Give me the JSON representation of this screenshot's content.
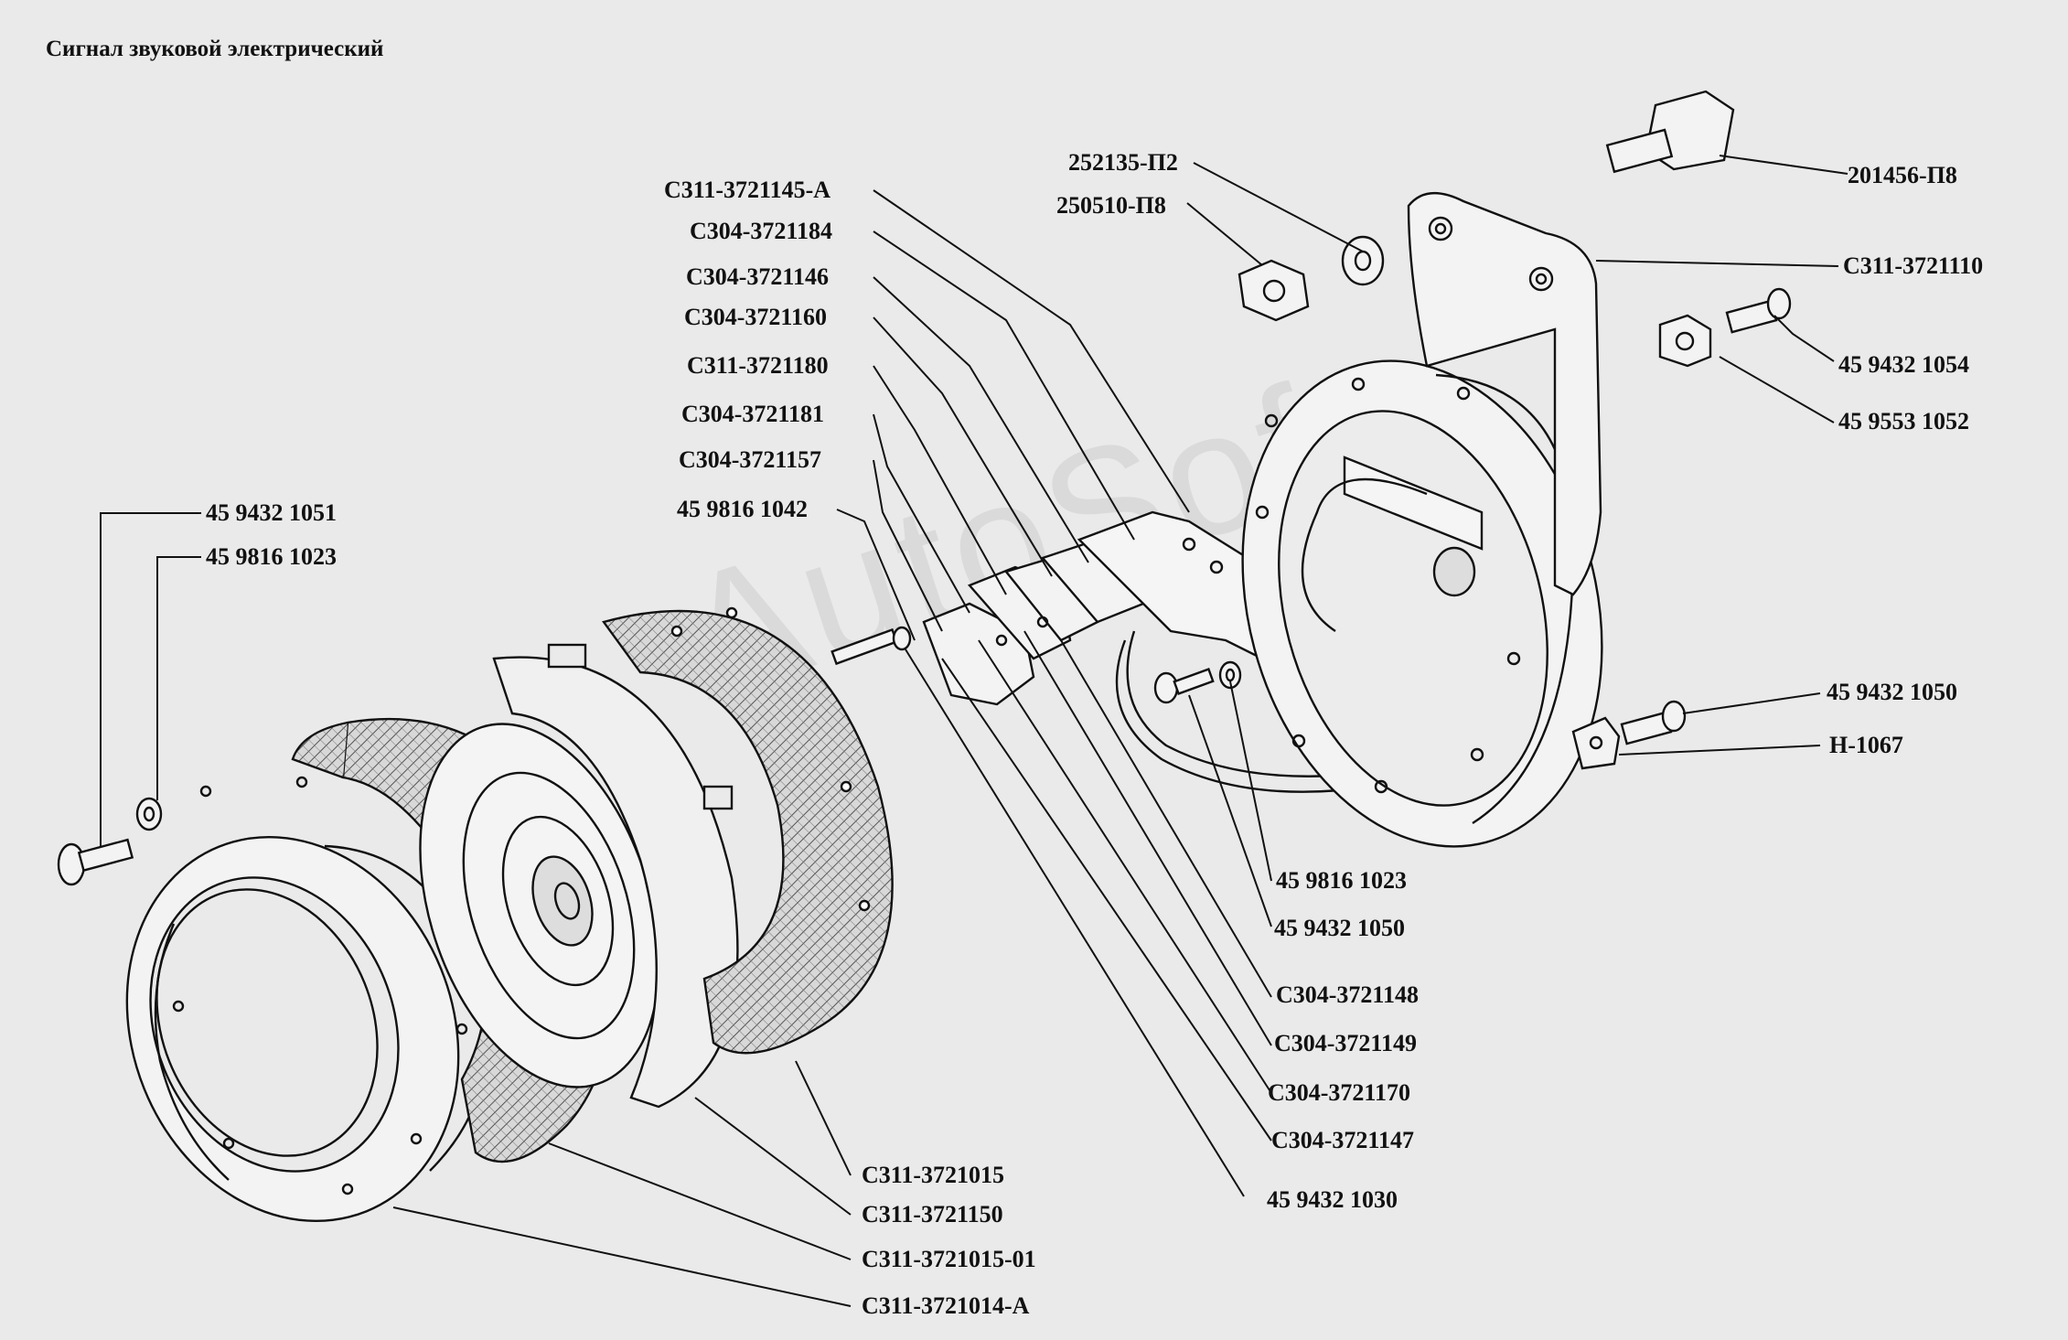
{
  "title": "Сигнал звуковой электрический",
  "watermark": "AutoSoft",
  "labels": {
    "l_252135": "252135-П2",
    "l_250510": "250510-П8",
    "l_201456": "201456-П8",
    "l_C311_3721145A": "С311-3721145-А",
    "l_C304_3721184": "С304-3721184",
    "l_C304_3721146": "С304-3721146",
    "l_C304_3721160": "С304-3721160",
    "l_C311_3721180": "С311-3721180",
    "l_C304_3721181": "С304-3721181",
    "l_C304_3721157": "С304-3721157",
    "l_459816_1042": "45 9816 1042",
    "l_459432_1051": "45 9432 1051",
    "l_459816_1023a": "45 9816 1023",
    "l_C311_3721110": "С311-3721110",
    "l_459432_1054": "45 9432 1054",
    "l_459553_1052": "45 9553 1052",
    "l_459432_1050a": "45 9432 1050",
    "l_H1067": "Н-1067",
    "l_459816_1023b": "45 9816 1023",
    "l_459432_1050b": "45 9432 1050",
    "l_C304_3721148": "С304-3721148",
    "l_C304_3721149": "С304-3721149",
    "l_C304_3721170": "С304-3721170",
    "l_C304_3721147": "С304-3721147",
    "l_459432_1030": "45 9432 1030",
    "l_C311_3721015": "С311-3721015",
    "l_C311_3721150": "С311-3721150",
    "l_C311_3721015_01": "С311-3721015-01",
    "l_C311_3721014A": "С311-3721014-А"
  }
}
